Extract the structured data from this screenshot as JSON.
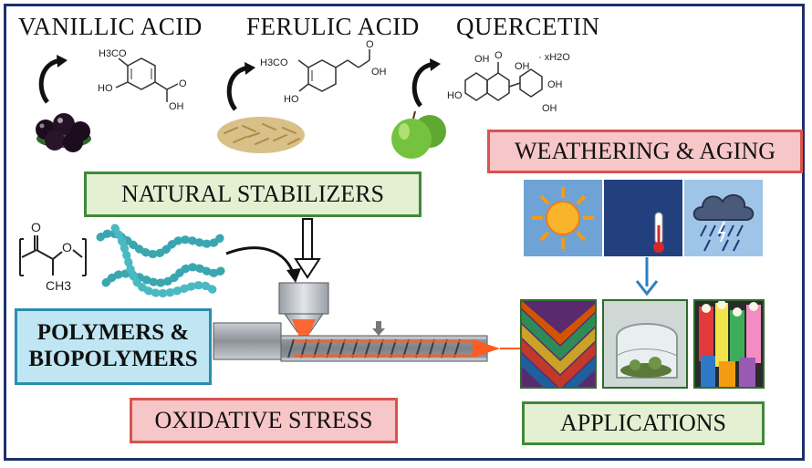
{
  "headings": {
    "vanillic": "VANILLIC ACID",
    "ferulic": "FERULIC ACID",
    "quercetin": "QUERCETIN"
  },
  "boxes": {
    "natural_stabilizers": "NATURAL STABILIZERS",
    "weathering": "WEATHERING & AGING",
    "polymers_line1": "POLYMERS &",
    "polymers_line2": "BIOPOLYMERS",
    "oxidative": "OXIDATIVE STRESS",
    "applications": "APPLICATIONS"
  },
  "chem_labels": {
    "methoxy": "H3CO",
    "hydroxy": "HO",
    "oh": "OH",
    "o": "O",
    "ch3": "CH3",
    "water": "· xH2O"
  },
  "icons": [
    "curved-arrow-icon",
    "sun-icon",
    "moon-icon",
    "thermometer-icon",
    "storm-cloud-icon",
    "down-arrow-icon"
  ],
  "colors": {
    "frame": "#1f2f6a",
    "green_fill": "#e3f0d2",
    "green_border": "#3f8a3a",
    "pink_fill": "#f6c6c9",
    "pink_border": "#d9534f",
    "blue_fill": "#bfe6f2",
    "blue_border": "#2a8db0",
    "sun_sky": "#6fa3d6",
    "night_sky": "#23407e",
    "storm_sky": "#9ec5e8"
  }
}
